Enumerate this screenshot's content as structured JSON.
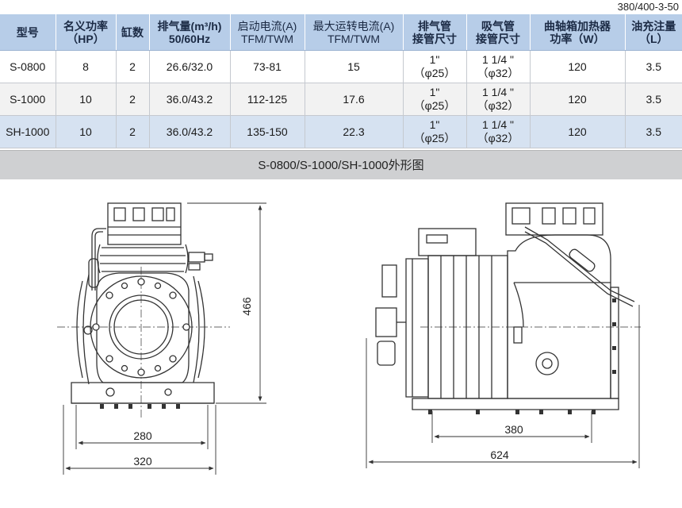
{
  "doc_code": "380/400-3-50",
  "table": {
    "headers": [
      {
        "lines": [
          "型号"
        ],
        "light": false
      },
      {
        "lines": [
          "名义功率",
          "（HP）"
        ],
        "light": false
      },
      {
        "lines": [
          "缸数"
        ],
        "light": false
      },
      {
        "lines": [
          "排气量(m³/h)",
          "50/60Hz"
        ],
        "light": false
      },
      {
        "lines": [
          "启动电流(A)",
          "TFM/TWM"
        ],
        "light": true
      },
      {
        "lines": [
          "最大运转电流(A)",
          "TFM/TWM"
        ],
        "light": true
      },
      {
        "lines": [
          "排气管",
          "接管尺寸"
        ],
        "light": false
      },
      {
        "lines": [
          "吸气管",
          "接管尺寸"
        ],
        "light": false
      },
      {
        "lines": [
          "曲轴箱加热器",
          "功率（W）"
        ],
        "light": false
      },
      {
        "lines": [
          "油充注量",
          "（L）"
        ],
        "light": false
      }
    ],
    "rows": [
      {
        "cells": [
          [
            "S-0800"
          ],
          [
            "8"
          ],
          [
            "2"
          ],
          [
            "26.6/32.0"
          ],
          [
            "73-81"
          ],
          [
            "15"
          ],
          [
            "1\"",
            "（φ25）"
          ],
          [
            "1 1/4 \"",
            "（φ32）"
          ],
          [
            "120"
          ],
          [
            "3.5"
          ]
        ]
      },
      {
        "cells": [
          [
            "S-1000"
          ],
          [
            "10"
          ],
          [
            "2"
          ],
          [
            "36.0/43.2"
          ],
          [
            "112-125"
          ],
          [
            "17.6"
          ],
          [
            "1\"",
            "（φ25）"
          ],
          [
            "1 1/4 \"",
            "（φ32）"
          ],
          [
            "120"
          ],
          [
            "3.5"
          ]
        ]
      },
      {
        "cells": [
          [
            "SH-1000"
          ],
          [
            "10"
          ],
          [
            "2"
          ],
          [
            "36.0/43.2"
          ],
          [
            "135-150"
          ],
          [
            "22.3"
          ],
          [
            "1\"",
            "（φ25）"
          ],
          [
            "1 1/4 \"",
            "（φ32）"
          ],
          [
            "120"
          ],
          [
            "3.5"
          ]
        ]
      }
    ]
  },
  "drawing": {
    "title": "S-0800/S-1000/SH-1000外形图",
    "dims": {
      "front_height": "466",
      "front_inner_width": "280",
      "front_outer_width": "320",
      "side_inner_width": "380",
      "side_outer_width": "624"
    }
  }
}
